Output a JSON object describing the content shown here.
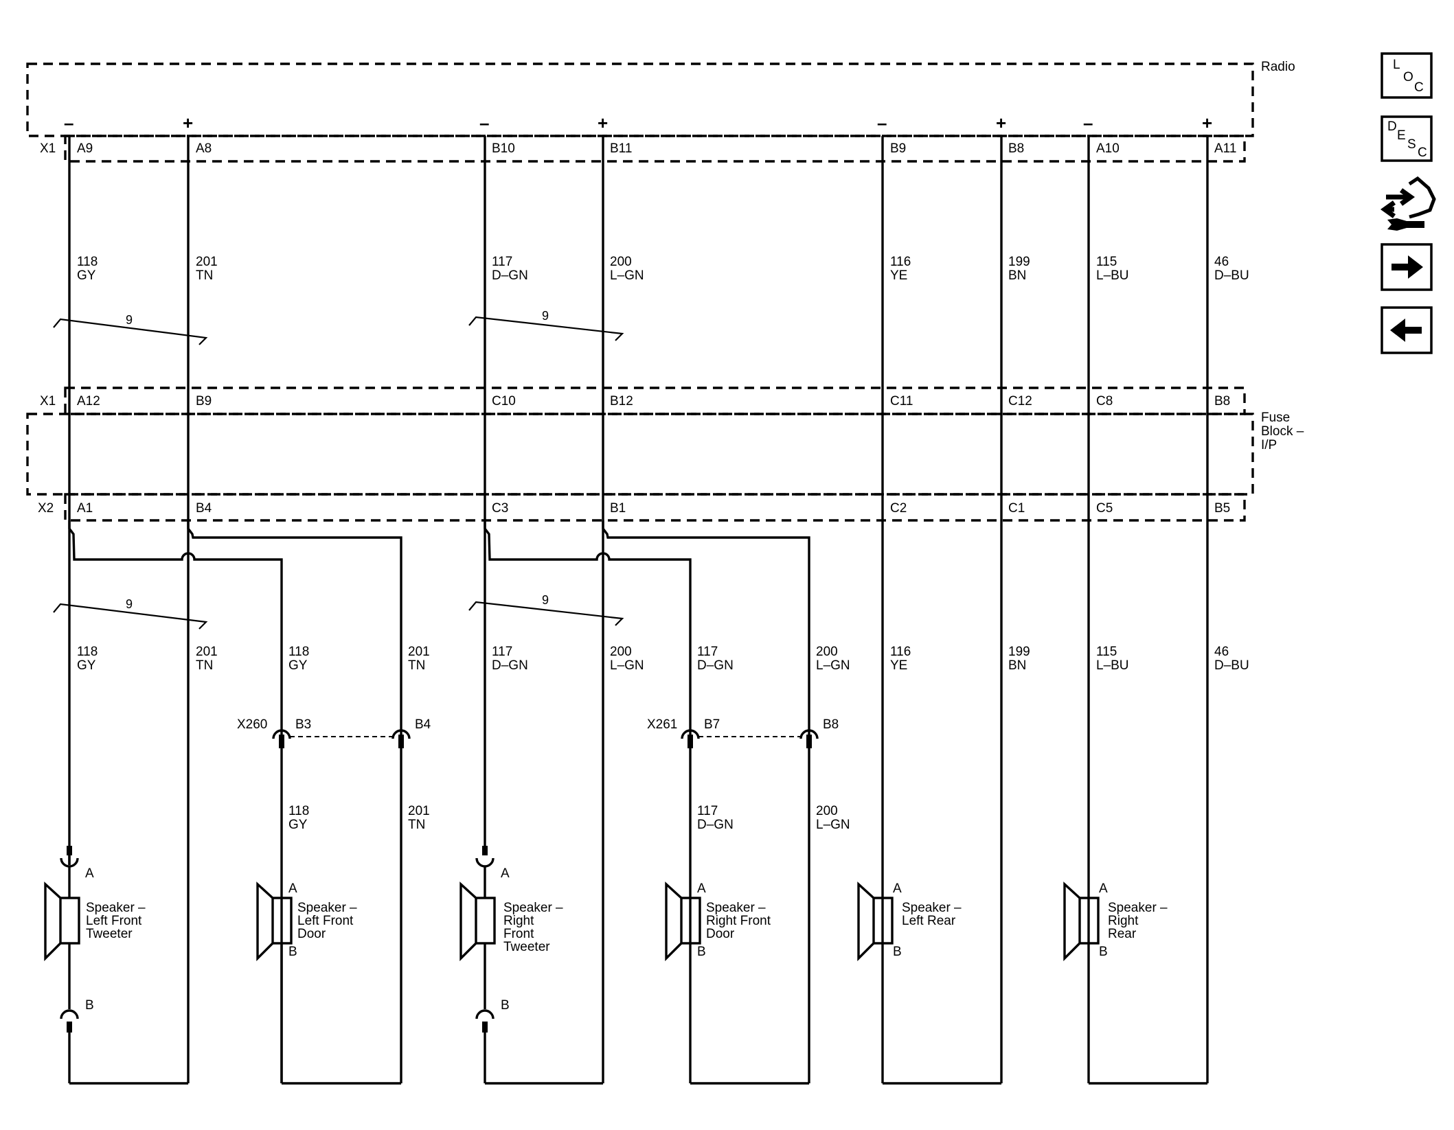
{
  "modules": {
    "radio": "Radio",
    "fuse_block": [
      "Fuse",
      "Block –",
      "I/P"
    ]
  },
  "connectors": {
    "radio_x1": "X1",
    "fuse_x1": "X1",
    "fuse_x2": "X2",
    "x260": "X260",
    "x261": "X261"
  },
  "circuits": [
    {
      "polarity": "–",
      "radio_pin": "A9",
      "fuse_x1_pin": "A12",
      "fuse_x2_pin": "A1",
      "circuit": "118",
      "color": "GY"
    },
    {
      "polarity": "+",
      "radio_pin": "A8",
      "fuse_x1_pin": "B9",
      "fuse_x2_pin": "B4",
      "circuit": "201",
      "color": "TN"
    },
    {
      "polarity": "–",
      "radio_pin": "B10",
      "fuse_x1_pin": "C10",
      "fuse_x2_pin": "C3",
      "circuit": "117",
      "color": "D–GN"
    },
    {
      "polarity": "+",
      "radio_pin": "B11",
      "fuse_x1_pin": "B12",
      "fuse_x2_pin": "B1",
      "circuit": "200",
      "color": "L–GN"
    },
    {
      "polarity": "–",
      "radio_pin": "B9",
      "fuse_x1_pin": "C11",
      "fuse_x2_pin": "C2",
      "circuit": "116",
      "color": "YE"
    },
    {
      "polarity": "+",
      "radio_pin": "B8",
      "fuse_x1_pin": "C12",
      "fuse_x2_pin": "C1",
      "circuit": "199",
      "color": "BN"
    },
    {
      "polarity": "–",
      "radio_pin": "A10",
      "fuse_x1_pin": "C8",
      "fuse_x2_pin": "C5",
      "circuit": "115",
      "color": "L–BU"
    },
    {
      "polarity": "+",
      "radio_pin": "A11",
      "fuse_x1_pin": "B8",
      "fuse_x2_pin": "B5",
      "circuit": "46",
      "color": "D–BU"
    }
  ],
  "twist_label": "9",
  "x260_pins": [
    "B3",
    "B4"
  ],
  "x261_pins": [
    "B7",
    "B8"
  ],
  "branch_wires": [
    {
      "circuit": "118",
      "color": "GY"
    },
    {
      "circuit": "201",
      "color": "TN"
    },
    {
      "circuit": "117",
      "color": "D–GN"
    },
    {
      "circuit": "200",
      "color": "L–GN"
    }
  ],
  "speakers": [
    {
      "name": [
        "Speaker –",
        "Left Front",
        "Tweeter"
      ],
      "terminal_a": "A",
      "terminal_b": "B"
    },
    {
      "name": [
        "Speaker –",
        "Left Front",
        "Door"
      ],
      "terminal_a": "A",
      "terminal_b": "B"
    },
    {
      "name": [
        "Speaker –",
        "Right",
        "Front",
        "Tweeter"
      ],
      "terminal_a": "A",
      "terminal_b": "B"
    },
    {
      "name": [
        "Speaker –",
        "Right Front",
        "Door"
      ],
      "terminal_a": "A",
      "terminal_b": "B"
    },
    {
      "name": [
        "Speaker –",
        "Left Rear"
      ],
      "terminal_a": "A",
      "terminal_b": "B"
    },
    {
      "name": [
        "Speaker –",
        "Right",
        "Rear"
      ],
      "terminal_a": "A",
      "terminal_b": "B"
    }
  ],
  "nav": {
    "loc": [
      "L",
      "O",
      "C"
    ],
    "desc": [
      "D",
      "E",
      "S",
      "C"
    ],
    "icons": [
      "loc-icon",
      "desc-icon",
      "connector-tool-icon",
      "next-arrow-icon",
      "back-arrow-icon"
    ]
  }
}
